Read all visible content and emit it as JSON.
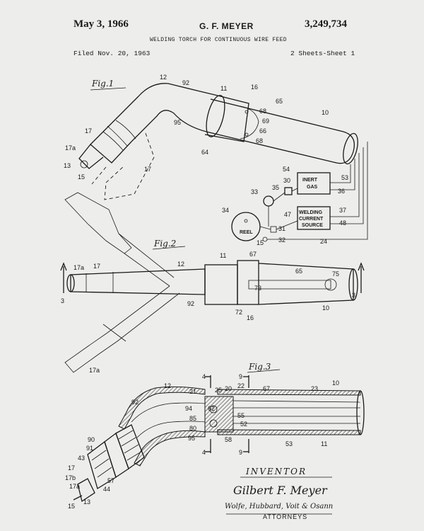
{
  "header": {
    "date": "May 3, 1966",
    "inventor_name": "G. F. MEYER",
    "patent_number": "3,249,734",
    "title": "WELDING TORCH FOR CONTINUOUS WIRE FEED",
    "filed": "Filed Nov. 20, 1963",
    "sheets": "2 Sheets-Sheet 1"
  },
  "figures": {
    "fig1": "Fig.1",
    "fig2": "Fig.2",
    "fig3": "Fig.3"
  },
  "boxes": {
    "inert_gas": [
      "INERT",
      "GAS"
    ],
    "welding_source": [
      "WELDING",
      "CURRENT",
      "SOURCE"
    ],
    "reel": "REEL"
  },
  "reference_numerals": {
    "fig1": [
      "12",
      "92",
      "11",
      "16",
      "65",
      "68",
      "69",
      "66",
      "68",
      "10",
      "95",
      "17",
      "17a",
      "13",
      "15",
      "17",
      "64",
      "54",
      "53",
      "30",
      "35",
      "33",
      "36",
      "34",
      "47",
      "37",
      "48",
      "31",
      "32",
      "15",
      "24"
    ],
    "fig2": [
      "11",
      "67",
      "12",
      "17a",
      "17",
      "65",
      "75",
      "73",
      "92",
      "72",
      "16",
      "10",
      "3",
      "3",
      "17a"
    ],
    "fig3": [
      "4",
      "9",
      "12",
      "21",
      "25",
      "20",
      "22",
      "67",
      "23",
      "10",
      "92",
      "94",
      "62",
      "55",
      "85",
      "80",
      "52",
      "95",
      "58",
      "53",
      "11",
      "4",
      "9",
      "90",
      "91",
      "43",
      "17",
      "17b",
      "17a",
      "44",
      "57",
      "15",
      "13"
    ]
  },
  "inventor_block": {
    "inventor_label": "INVENTOR",
    "inventor_signature": "Gilbert F. Meyer",
    "attorneys_signature": "Wolfe, Hubbard, Voit & Osann",
    "attorneys_label": "ATTORNEYS"
  },
  "colors": {
    "paper": "#ededeb",
    "ink": "#1a1a1a"
  }
}
